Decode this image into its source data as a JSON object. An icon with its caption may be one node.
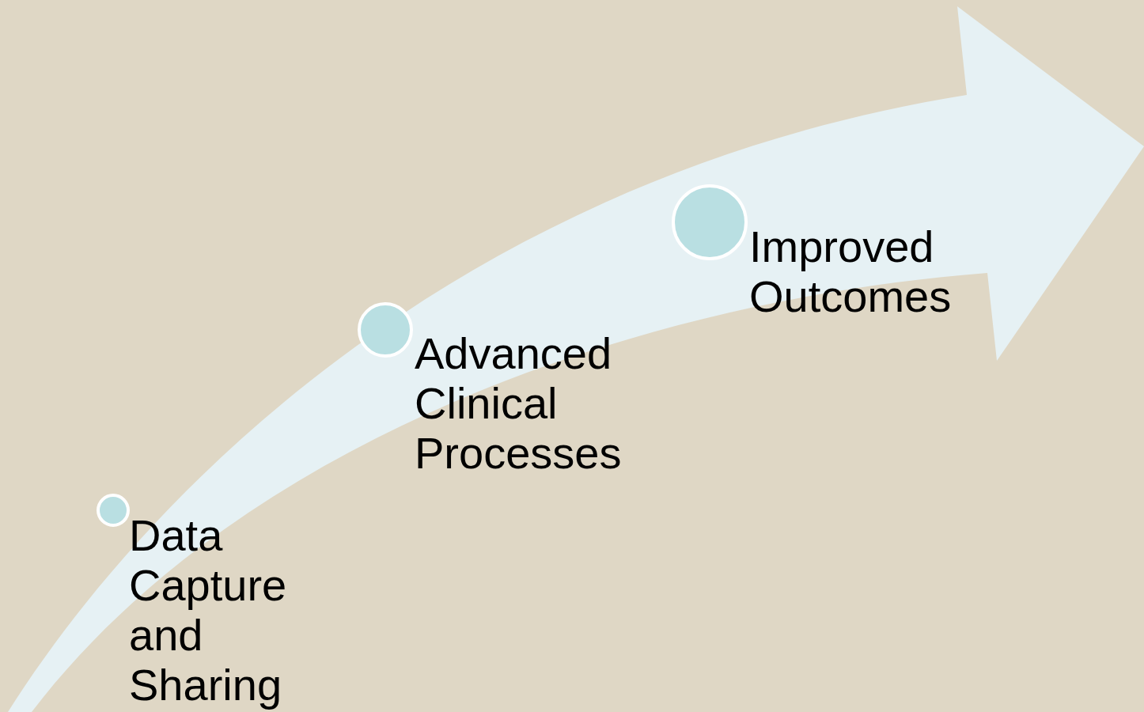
{
  "diagram": {
    "nodes": [
      {
        "text": [],
        "shape": "circle",
        "beside": [
          "Data Capture and Sharing"
        ]
      },
      {
        "text": [],
        "shape": "circle",
        "beside": [
          "Advanced Clinical Processes"
        ]
      },
      {
        "text": [],
        "shape": "circle",
        "beside": [
          "Improved Outcomes"
        ]
      }
    ],
    "edges": []
  }
}
